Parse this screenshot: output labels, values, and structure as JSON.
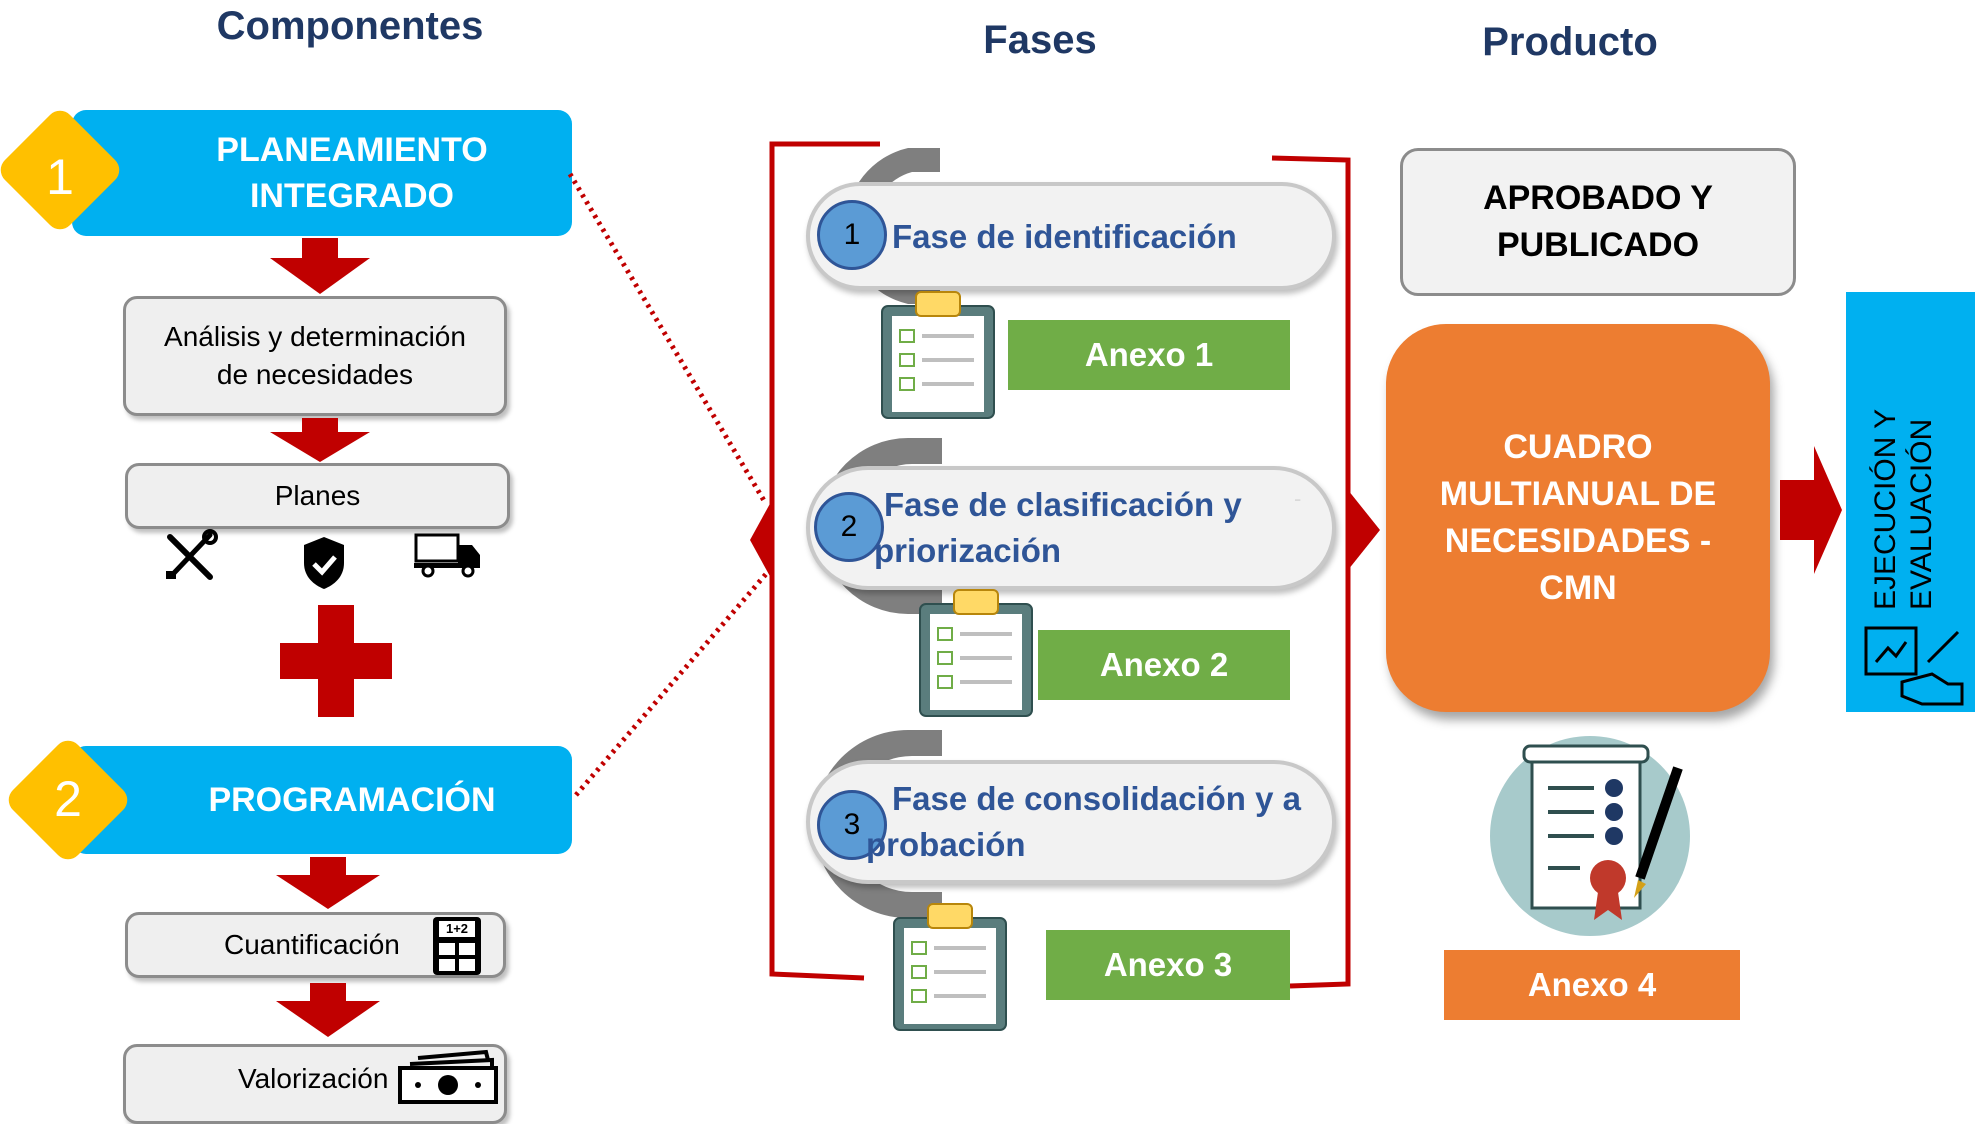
{
  "headers": {
    "componentes": "Componentes",
    "fases": "Fases",
    "producto": "Producto"
  },
  "componentes": {
    "step1_number": "1",
    "step1_label_line1": "PLANEAMIENTO",
    "step1_label_line2": "INTEGRADO",
    "analisis_line1": "Análisis y determinación",
    "analisis_line2": "de necesidades",
    "planes": "Planes",
    "step2_number": "2",
    "step2_label": "PROGRAMACIÓN",
    "cuantificacion": "Cuantificación",
    "calculator_label": "1+2",
    "valorizacion": "Valorización",
    "icons": [
      "tools-icon",
      "shield-check-icon",
      "truck-icon",
      "plus-icon",
      "calculator-icon",
      "money-icon"
    ]
  },
  "fases": {
    "items": [
      {
        "number": "1",
        "line1": "Fase de identificación",
        "line2": "",
        "anexo": "Anexo 1"
      },
      {
        "number": "2",
        "line1": "Fase de clasificación y",
        "line2": "priorización",
        "anexo": "Anexo 2"
      },
      {
        "number": "3",
        "line1": "Fase de consolidación y a",
        "line2": "probación",
        "anexo": "Anexo 3"
      }
    ],
    "stray_mark": "-"
  },
  "producto": {
    "aprobado_line1": "APROBADO Y",
    "aprobado_line2": "PUBLICADO",
    "cmn_line1": "CUADRO",
    "cmn_line2": "MULTIANUAL DE",
    "cmn_line3": "NECESIDADES -",
    "cmn_line4": "CMN",
    "anexo": "Anexo 4",
    "ejecucion_line1": "EJECUCIÓN Y",
    "ejecucion_line2": "EVALUACIÓN"
  },
  "colors": {
    "title": "#1f3864",
    "blue_bar": "#00b0f0",
    "diamond": "#ffc000",
    "arrow_red": "#c00000",
    "green": "#70ad47",
    "orange": "#ed7d31",
    "phase_text": "#2f5597"
  }
}
